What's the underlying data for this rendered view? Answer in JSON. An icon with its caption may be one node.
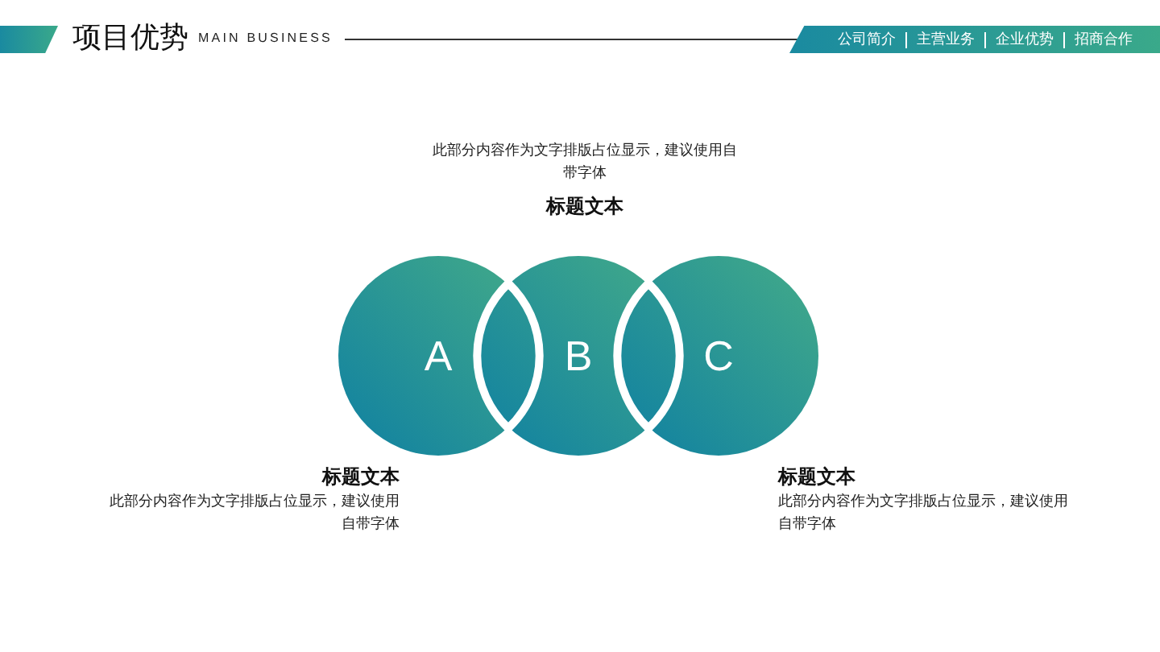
{
  "diagram": {
    "title": "项目优势",
    "nodes": [
      {
        "text": [
          "A"
        ]
      },
      {
        "text": [
          "B"
        ]
      },
      {
        "text": [
          "C"
        ]
      }
    ],
    "labels": [
      "MAIN BUSINESS",
      "公司简介",
      "主营业务",
      "企业优势",
      "招商合作",
      "此部分内容作为文字排版占位显示，建议使用自带字体",
      "标题文本",
      "标题文本",
      "此部分内容作为文字排版占位显示，建议使用自带字体",
      "标题文本",
      "此部分内容作为文字排版占位显示，建议使用自带字体"
    ]
  }
}
